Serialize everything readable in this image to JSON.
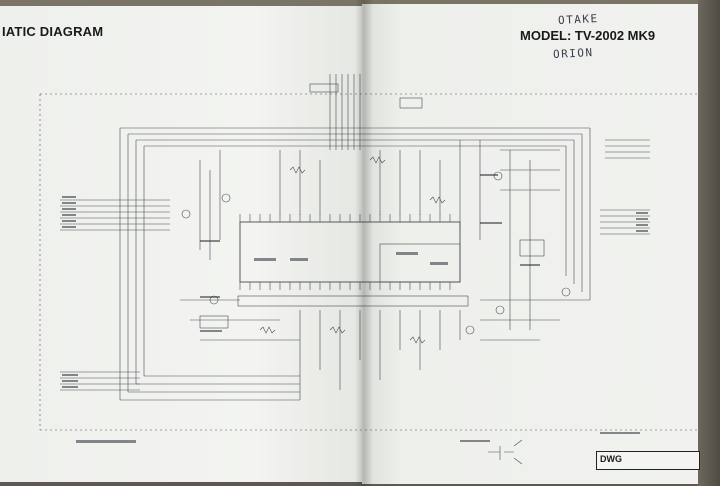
{
  "document": {
    "title_left": "IATIC DIAGRAM",
    "model_label": "MODEL:",
    "model_value": "TV-2002 MK9",
    "handwriting": [
      "OTAKE",
      "ORION"
    ],
    "footer_label": "DWG"
  },
  "colors": {
    "paper": "#eff1ed",
    "ink": "#2a2e35",
    "background": "#6f6a5e"
  }
}
